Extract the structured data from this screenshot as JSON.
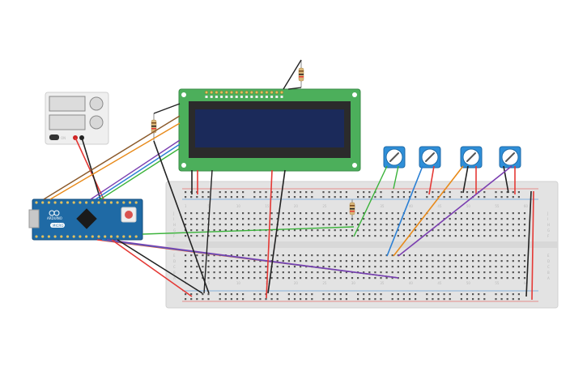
{
  "arduino": {
    "brand_text": "ARDUINO",
    "model_text": "MICRO"
  },
  "power_supply": {
    "button_label": "ON"
  },
  "breadboard": {
    "column_labels": [
      "1",
      "5",
      "10",
      "15",
      "20",
      "25",
      "30",
      "35",
      "40",
      "45",
      "50",
      "55",
      "60"
    ],
    "row_labels_top": [
      "J",
      "I",
      "H",
      "G",
      "F"
    ],
    "row_labels_bottom": [
      "E",
      "D",
      "C",
      "B",
      "A"
    ]
  },
  "colors": {
    "breadboard": "#e6e6e6",
    "arduino_board": "#1f6aa5",
    "lcd_pcb": "#4caf5b",
    "lcd_screen": "#1b2a5a",
    "pot_body": "#2f8fd8",
    "wire_red": "#e53935",
    "wire_black": "#222222",
    "wire_green": "#3ab33a",
    "wire_blue": "#2a7fd4",
    "wire_orange": "#e88a1a",
    "wire_purple": "#7b3fb0",
    "wire_brown": "#8b5a2b"
  }
}
